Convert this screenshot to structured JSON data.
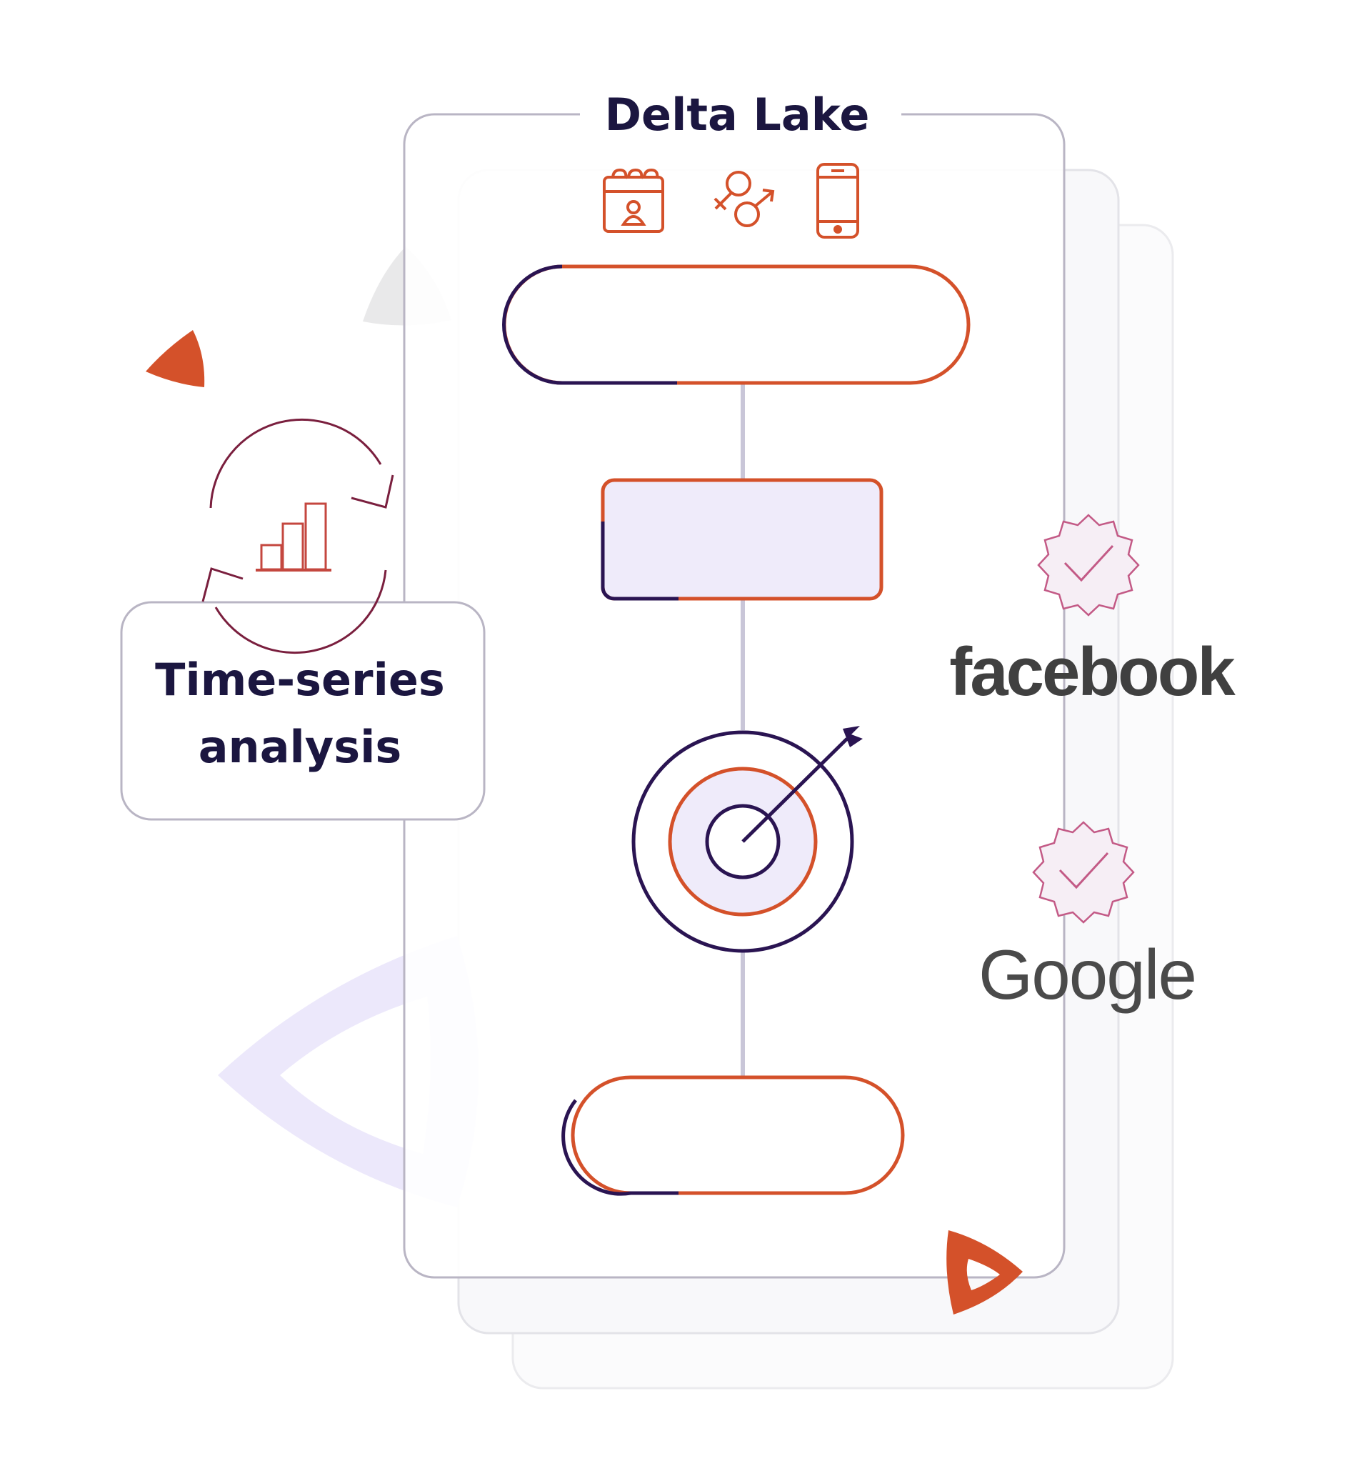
{
  "diagram": {
    "title": "Delta Lake",
    "side_label": {
      "line1": "Time-series",
      "line2": "analysis"
    },
    "brands": {
      "facebook": "facebook",
      "google": "Google"
    },
    "colors": {
      "accent_orange": "#d4512a",
      "dark_navy": "#2a1452",
      "card_border": "#b9b5c4",
      "connector": "#c9c6d8",
      "lavender_fill": "#efebfa",
      "decor_lavender": "#ece8fb",
      "decor_gray": "#e8e8e8",
      "badge_pink": "#c35a86"
    },
    "icons": [
      "calendar-person-icon",
      "gender-symbols-icon",
      "smartphone-icon",
      "bar-chart-icon",
      "refresh-arrows-icon",
      "target-arrow-icon",
      "verified-badge-icon"
    ]
  }
}
